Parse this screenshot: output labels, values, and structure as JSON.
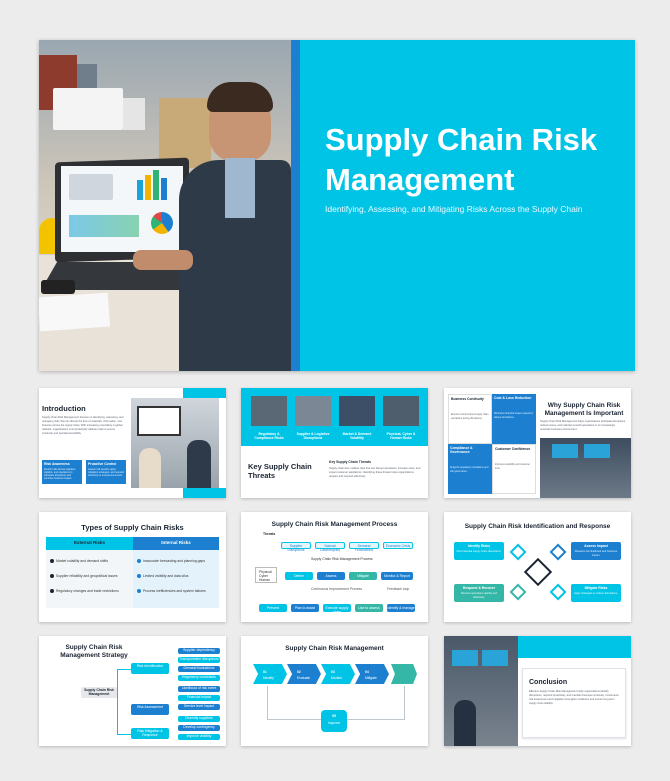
{
  "hero": {
    "title": "Supply Chain Risk Management",
    "subtitle": "Identifying, Assessing, and Mitigating Risks Across the Supply Chain"
  },
  "slides": {
    "intro": {
      "title": "Introduction",
      "body": "Supply Chain Risk Management focuses on identifying, assessing, and managing risks that can disrupt the flow of materials, information, and finances across the supply chain. With increasing uncertainty in global markets, organizations must proactively address risks to ensure continuity and operational stability.",
      "card1_title": "Risk Awareness",
      "card1_text": "Identify risks across suppliers, logistics, and operations to anticipate disruptions and minimize business impact.",
      "card2_title": "Proactive Control",
      "card2_text": "Assess risk severity, apply mitigation strategies, and respond effectively to unexpected events."
    },
    "threats": {
      "title": "Key Supply Chain Threats",
      "tiles": [
        "Regulatory & Compliance Risks",
        "Supplier & Logistics Disruptions",
        "Market & Demand Volatility",
        "Physical, Cyber & Human Risks"
      ],
      "sub_title": "Key Supply Chain Threats",
      "sub_text": "Supply chain face multiple risks that can disrupt operations, increase costs, and impact customer satisfaction. Identifying these threats helps organizations prepare and respond effectively."
    },
    "why": {
      "title": "Why Supply Chain Risk Management Is Important",
      "body": "Supply Chain Risk Management helps organizations anticipate disruptions, reduce losses, and maintain smooth operations in an increasingly uncertain business environment.",
      "cells": [
        {
          "label": "Business Continuity",
          "text": "Ensures uninterrupted supply chain operations during disruptions."
        },
        {
          "label": "Cost & Loss Reduction",
          "text": "Minimizes financial losses caused by delays and failures."
        },
        {
          "label": "Compliance & Governance",
          "text": "Supports regulatory compliance and risk governance."
        },
        {
          "label": "Customer Confidence",
          "text": "Improves reliability and customer trust."
        }
      ]
    },
    "types": {
      "title": "Types of Supply Chain Risks",
      "external_header": "External Risks",
      "internal_header": "Internal Risks",
      "external": [
        "Market volatility and demand shifts",
        "Supplier reliability and geopolitical issues",
        "Regulatory changes and trade restrictions"
      ],
      "internal": [
        "Inaccurate forecasting and planning gaps",
        "Limited visibility and data silos",
        "Process inefficiencies and system failures"
      ]
    },
    "process": {
      "title": "Supply Chain Risk Management Process",
      "threats_label": "Threats",
      "top": [
        "Supplier Disruptions",
        "Natural Catastrophes",
        "Demand Fluctuations",
        "Economic Crisis"
      ],
      "framework_label": "Supply Chain Risk Management Process",
      "left_list": [
        "Physical",
        "Cyber",
        "Human"
      ],
      "steps": [
        "Define",
        "Assess",
        "Mitigate",
        "Monitor & Report"
      ],
      "cycle_label": "Continuous Improvement Process",
      "feedback_label": "Feedback loop",
      "bottom": [
        "Prevent",
        "Plan to assist",
        "Execute supply chain",
        "Use to assess",
        "Identify & manage"
      ]
    },
    "identify": {
      "title": "Supply Chain Risk Identification and Response",
      "c1_title": "Identify Risks",
      "c1_text": "Find potential supply chain disruptions.",
      "c2_title": "Assess Impact",
      "c2_text": "Measure risk likelihood and business impact.",
      "c3_title": "Respond & Recover",
      "c3_text": "Resolve operations quickly and effectively.",
      "c4_title": "Mitigate Risks",
      "c4_text": "Apply strategies to reduce disruptions."
    },
    "strategy": {
      "title": "Supply Chain Risk Management Strategy",
      "root": "Supply Chain Risk Management",
      "branches": [
        "Risk Identification",
        "Risk Assessment",
        "Risk Mitigation & Response"
      ],
      "leaves": [
        "Supplier dependency",
        "Transportation disruptions",
        "Demand fluctuations",
        "Regulatory constraints",
        "Likelihood of risk event",
        "Financial impact",
        "Service level impact",
        "Diversify suppliers",
        "Develop contingency",
        "Improve visibility"
      ]
    },
    "process2": {
      "title": "Supply Chain Risk Management",
      "steps": [
        {
          "num": "01",
          "label": "Identify"
        },
        {
          "num": "02",
          "label": "Evaluate"
        },
        {
          "num": "03",
          "label": "Monitor"
        },
        {
          "num": "04",
          "label": "Mitigate"
        },
        {
          "num": "05",
          "label": "Improve"
        }
      ]
    },
    "conclusion": {
      "title": "Conclusion",
      "body": "Effective Supply Chain Risk Management helps organizations identify disruptions, respond proactively, and maintain business continuity. Continuous risk assessment and mitigation strengthen resilience and ensure long-term supply chain stability."
    }
  },
  "colors": {
    "accent": "#00c4e6",
    "blue": "#1c7fd0",
    "navy": "#1a2331",
    "teal": "#35b7a7"
  }
}
